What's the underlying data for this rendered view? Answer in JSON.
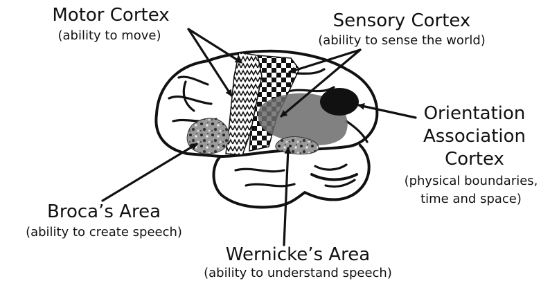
{
  "labels": {
    "motor": {
      "title": "Motor Cortex",
      "subtitle": "(ability to move)"
    },
    "sensory": {
      "title": "Sensory Cortex",
      "subtitle": "(ability to sense the world)"
    },
    "orientation": {
      "line1": "Orientation",
      "line2": "Association",
      "line3": "Cortex",
      "sub1": "(physical boundaries,",
      "sub2": "time and space)"
    },
    "broca": {
      "title": "Broca’s Area",
      "subtitle": "(ability to create speech)"
    },
    "wernicke": {
      "title": "Wernicke’s Area",
      "subtitle": "(ability to understand speech)"
    }
  },
  "colors": {
    "outline": "#111111",
    "sensory_fill": "#6b6b6b",
    "orientation_fill": "#111111",
    "background": "#ffffff"
  },
  "icons": {
    "motor_region": "zigzag-pattern",
    "sensory_region": "checkerboard-pattern",
    "broca_region": "speckled-texture",
    "wernicke_region": "speckled-texture"
  }
}
